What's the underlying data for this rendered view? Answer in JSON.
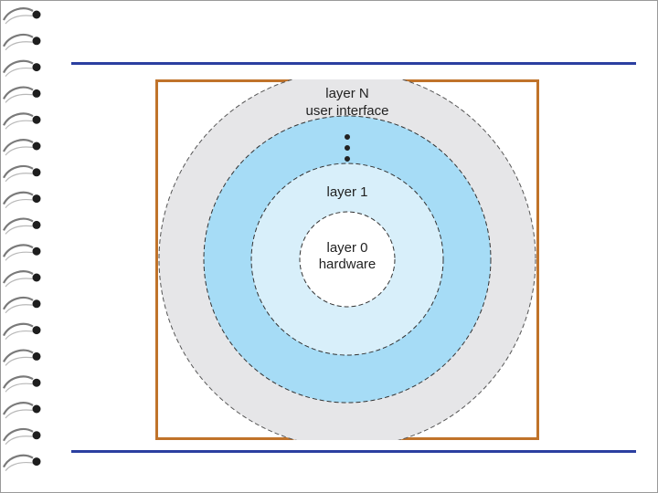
{
  "diagram": {
    "layers": [
      {
        "name": "layer N",
        "description": "user interface",
        "fill": "#e6e6e8"
      },
      {
        "name": "",
        "description": "",
        "fill": "#a6dcf6"
      },
      {
        "name": "layer 1",
        "description": "",
        "fill": "#d8effa"
      },
      {
        "name": "layer 0",
        "description": "hardware",
        "fill": "#ffffff"
      }
    ],
    "frame_color": "#c0732a",
    "rule_color": "#2b3fa0"
  }
}
